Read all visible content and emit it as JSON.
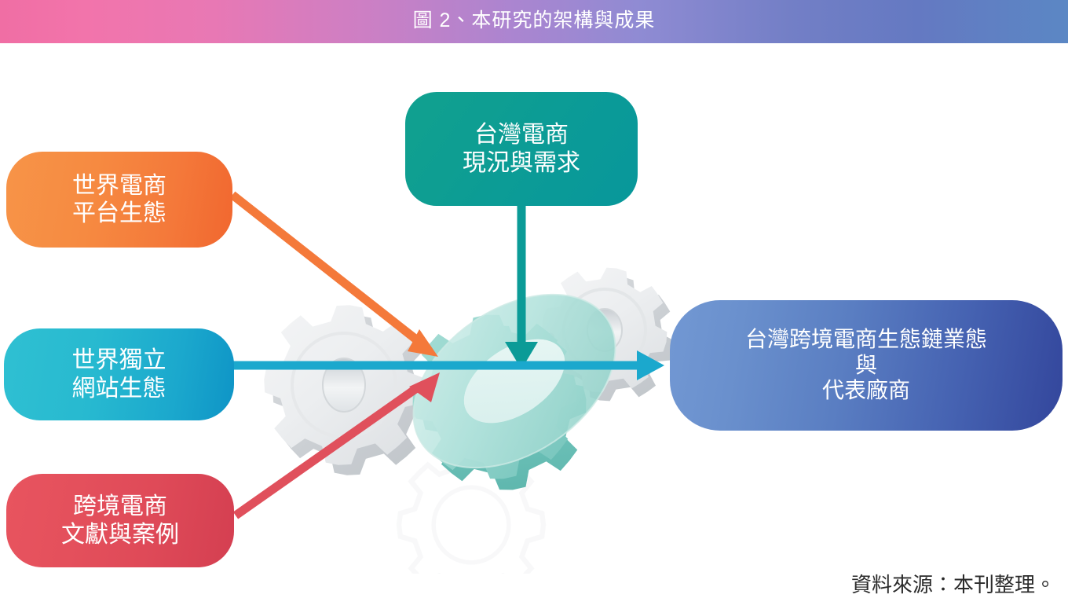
{
  "title": {
    "text": "圖 2、本研究的架構與成果"
  },
  "colors": {
    "title_gradient_start": "#f06ea4",
    "title_gradient_end": "#5b87c4",
    "orange": "#f4793a",
    "cyan": "#1ba8cd",
    "red": "#e0505c",
    "teal": "#0b9b97",
    "blue": "#4663b2",
    "gear_gray": "#e6e8ea",
    "gear_mint": "#8fd6cd"
  },
  "nodes": {
    "world_platform": {
      "line1": "世界電商",
      "line2": "平台生態"
    },
    "world_site": {
      "line1": "世界獨立",
      "line2": "網站生態"
    },
    "literature": {
      "line1": "跨境電商",
      "line2": "文獻與案例"
    },
    "taiwan_status": {
      "line1": "台灣電商",
      "line2": "現況與需求"
    },
    "outcome": {
      "line1": "台灣跨境電商生態鏈業態",
      "line2": "與",
      "line3": "代表廠商"
    }
  },
  "arrows": [
    {
      "name": "orange-diagonal-arrow",
      "from": "world_platform",
      "to": "center-gears",
      "color": "#f4793a"
    },
    {
      "name": "cyan-horizontal-arrow",
      "from": "world_site",
      "to": "outcome",
      "color": "#1ba8cd"
    },
    {
      "name": "red-diagonal-arrow",
      "from": "literature",
      "to": "center-gears",
      "color": "#e0505c"
    },
    {
      "name": "teal-vertical-arrow",
      "from": "taiwan_status",
      "to": "center-gears",
      "color": "#0b9b97"
    }
  ],
  "source": {
    "text": "資料來源：本刊整理。"
  }
}
